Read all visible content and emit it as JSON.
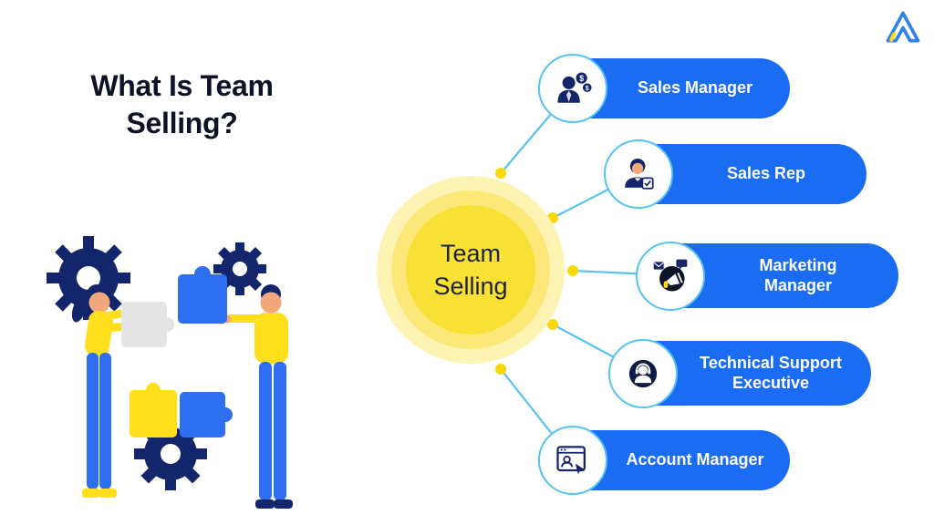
{
  "title": {
    "lines": [
      "What Is Team",
      "Selling?"
    ]
  },
  "brand": {
    "logo_name": "salesmate-logo"
  },
  "diagram": {
    "center_lines": [
      "Team",
      "Selling"
    ],
    "nodes": [
      {
        "label": "Sales Manager",
        "icon": "sales-manager-icon"
      },
      {
        "label": "Sales Rep",
        "icon": "sales-rep-icon"
      },
      {
        "label": "Marketing Manager",
        "icon": "marketing-manager-icon"
      },
      {
        "label": "Technical Support Executive",
        "icon": "technical-support-icon"
      },
      {
        "label": "Account Manager",
        "icon": "account-manager-icon"
      }
    ],
    "colors": {
      "pill_blue": "#1a6df2",
      "connector_blue": "#54c3f1",
      "node_dot_yellow": "#f7d908",
      "center_core_yellow": "#f9e035",
      "center_mid_yellow": "#fbe878",
      "center_outer_yellow": "#fdf3b2",
      "icon_navy": "#13266b",
      "title_dark": "#0d1326"
    }
  }
}
